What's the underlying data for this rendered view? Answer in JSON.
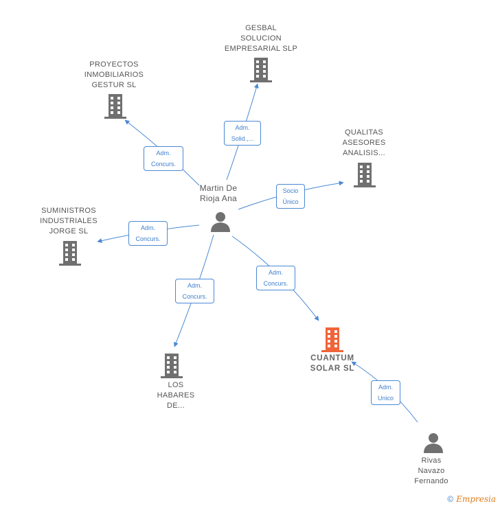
{
  "nodes": {
    "gesbal": {
      "lines": [
        "GESBAL",
        "SOLUCION",
        "EMPRESARIAL SLP"
      ]
    },
    "proyectos": {
      "lines": [
        "PROYECTOS",
        "INMOBILIARIOS",
        "GESTUR  SL"
      ]
    },
    "qualitas": {
      "lines": [
        "QUALITAS",
        "ASESORES",
        "ANALISIS..."
      ]
    },
    "martin": {
      "lines": [
        "Martin De",
        "Rioja Ana"
      ]
    },
    "suministros": {
      "lines": [
        "SUMINISTROS",
        "INDUSTRIALES",
        "JORGE SL"
      ]
    },
    "habares": {
      "lines": [
        "LOS",
        "HABARES",
        "DE..."
      ]
    },
    "cuantum": {
      "lines": [
        "CUANTUM",
        "SOLAR SL"
      ]
    },
    "rivas": {
      "lines": [
        "Rivas",
        "Navazo",
        "Fernando"
      ]
    }
  },
  "relations": {
    "to_gesbal": [
      "Adm.",
      "Solid.,..."
    ],
    "to_proyectos": [
      "Adm.",
      "Concurs."
    ],
    "to_qualitas": [
      "Socio",
      "Único"
    ],
    "to_suministros": [
      "Adm.",
      "Concurs."
    ],
    "to_habares": [
      "Adm.",
      "Concurs."
    ],
    "to_cuantum": [
      "Adm.",
      "Concurs."
    ],
    "rivas_to_cuantum": [
      "Adm.",
      "Unico"
    ]
  },
  "colors": {
    "edge": "#4a88d4",
    "company": "#707070",
    "highlight_company": "#f0643a",
    "person": "#707070"
  },
  "icons": {
    "company": "building-icon",
    "person": "person-icon"
  },
  "footer": {
    "copyright": "©",
    "brand": "Empresia"
  }
}
